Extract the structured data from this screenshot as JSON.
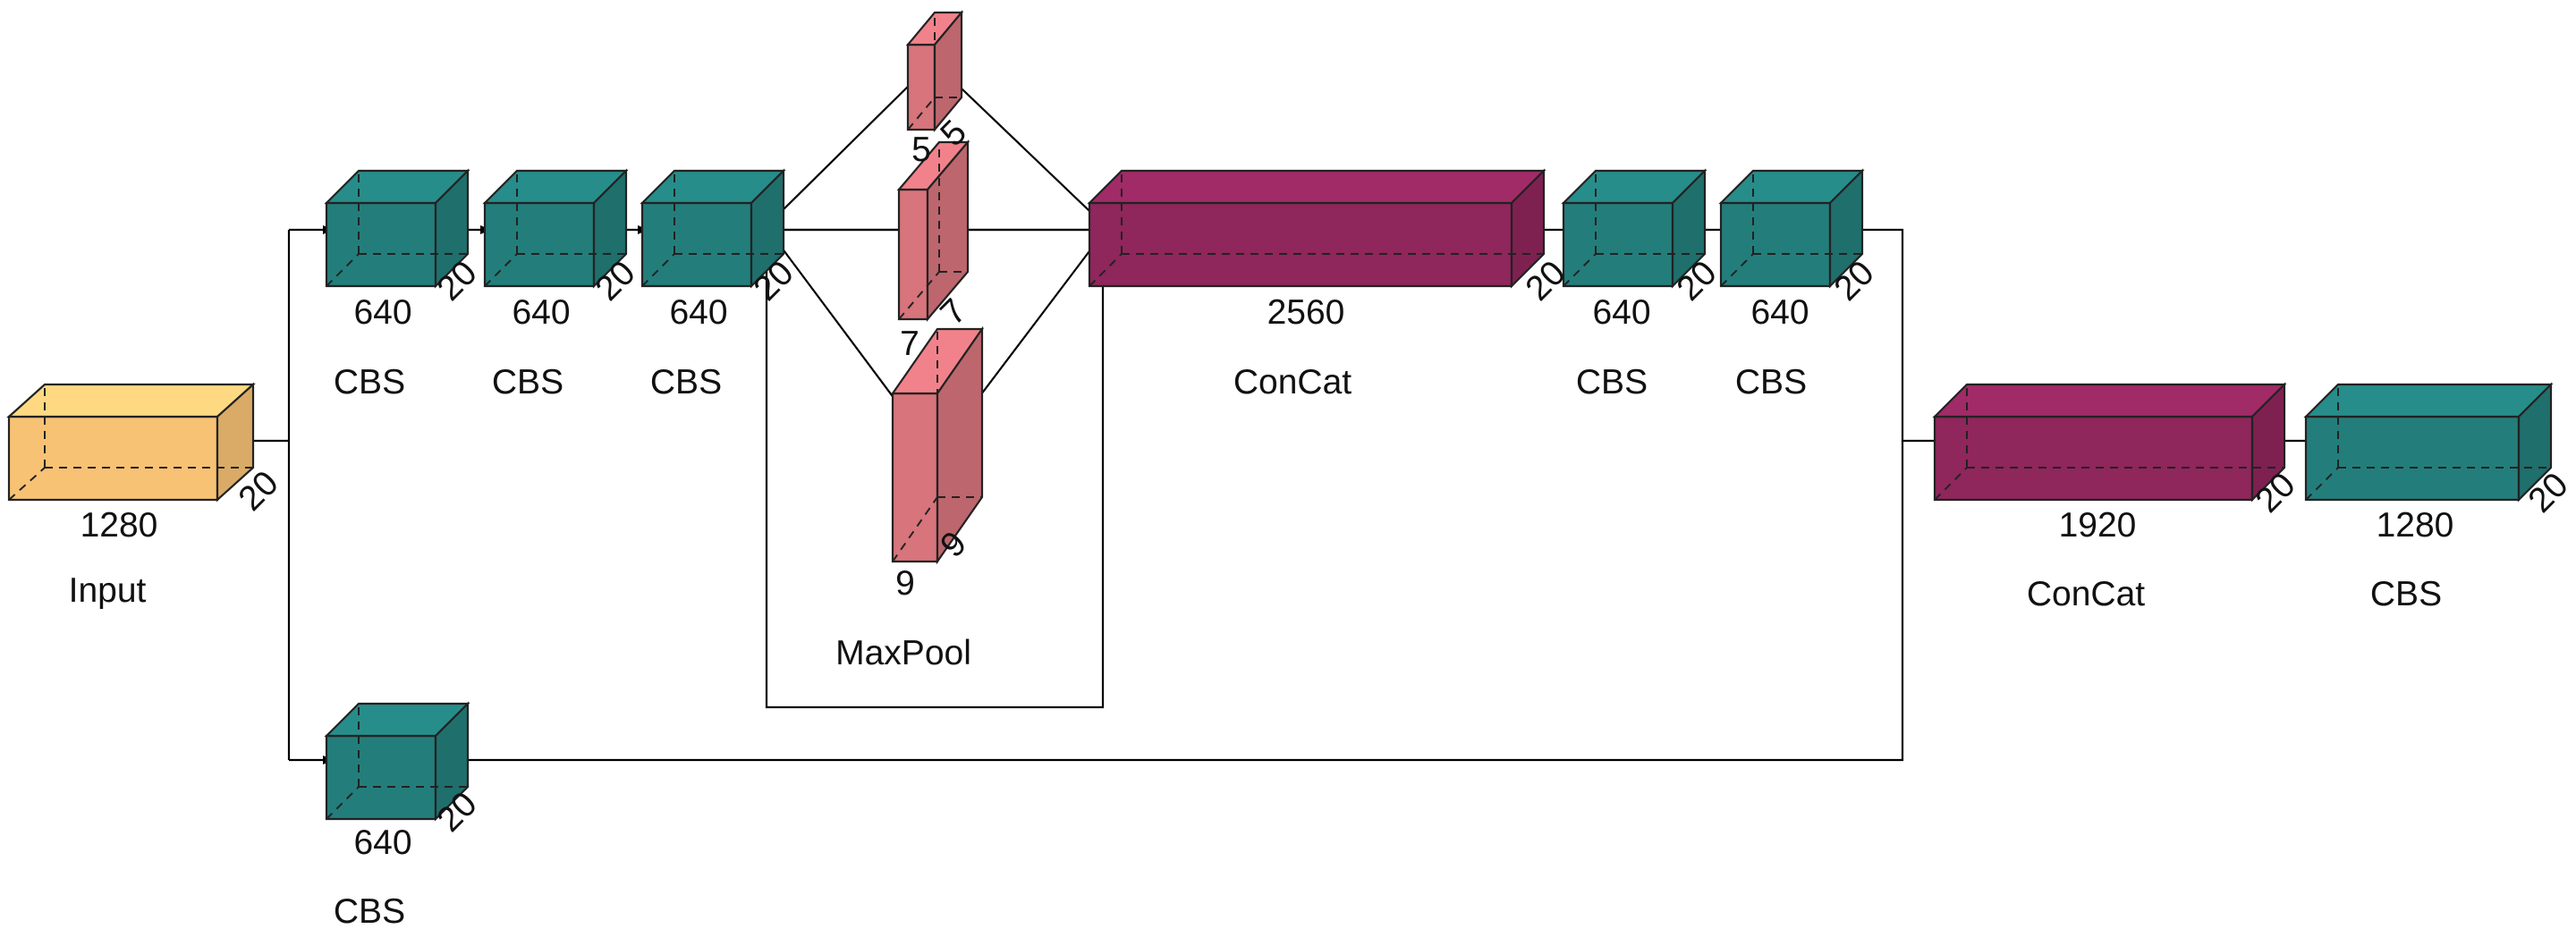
{
  "colors": {
    "input": "#f8c274",
    "cbs": "#237e7b",
    "maxpool": "#d7747c",
    "concat": "#8f265c",
    "line": "#000000"
  },
  "input": {
    "channels": "1280",
    "size": "20",
    "label": "Input"
  },
  "cbs_1": {
    "channels": "640",
    "size": "20",
    "label": "CBS"
  },
  "cbs_2": {
    "channels": "640",
    "size": "20",
    "label": "CBS"
  },
  "cbs_3": {
    "channels": "640",
    "size": "20",
    "label": "CBS"
  },
  "cbs_branch": {
    "channels": "640",
    "size": "20",
    "label": "CBS"
  },
  "maxpool": {
    "label": "MaxPool",
    "kernels": [
      {
        "w": "5",
        "h": "5"
      },
      {
        "w": "7",
        "h": "7"
      },
      {
        "w": "9",
        "h": "9"
      }
    ]
  },
  "concat_1": {
    "channels": "2560",
    "size": "20",
    "label": "ConCat"
  },
  "cbs_4": {
    "channels": "640",
    "size": "20",
    "label": "CBS"
  },
  "cbs_5": {
    "channels": "640",
    "size": "20",
    "label": "CBS"
  },
  "concat_2": {
    "channels": "1920",
    "size": "20",
    "label": "ConCat"
  },
  "cbs_out": {
    "channels": "1280",
    "size": "20",
    "label": "CBS"
  }
}
